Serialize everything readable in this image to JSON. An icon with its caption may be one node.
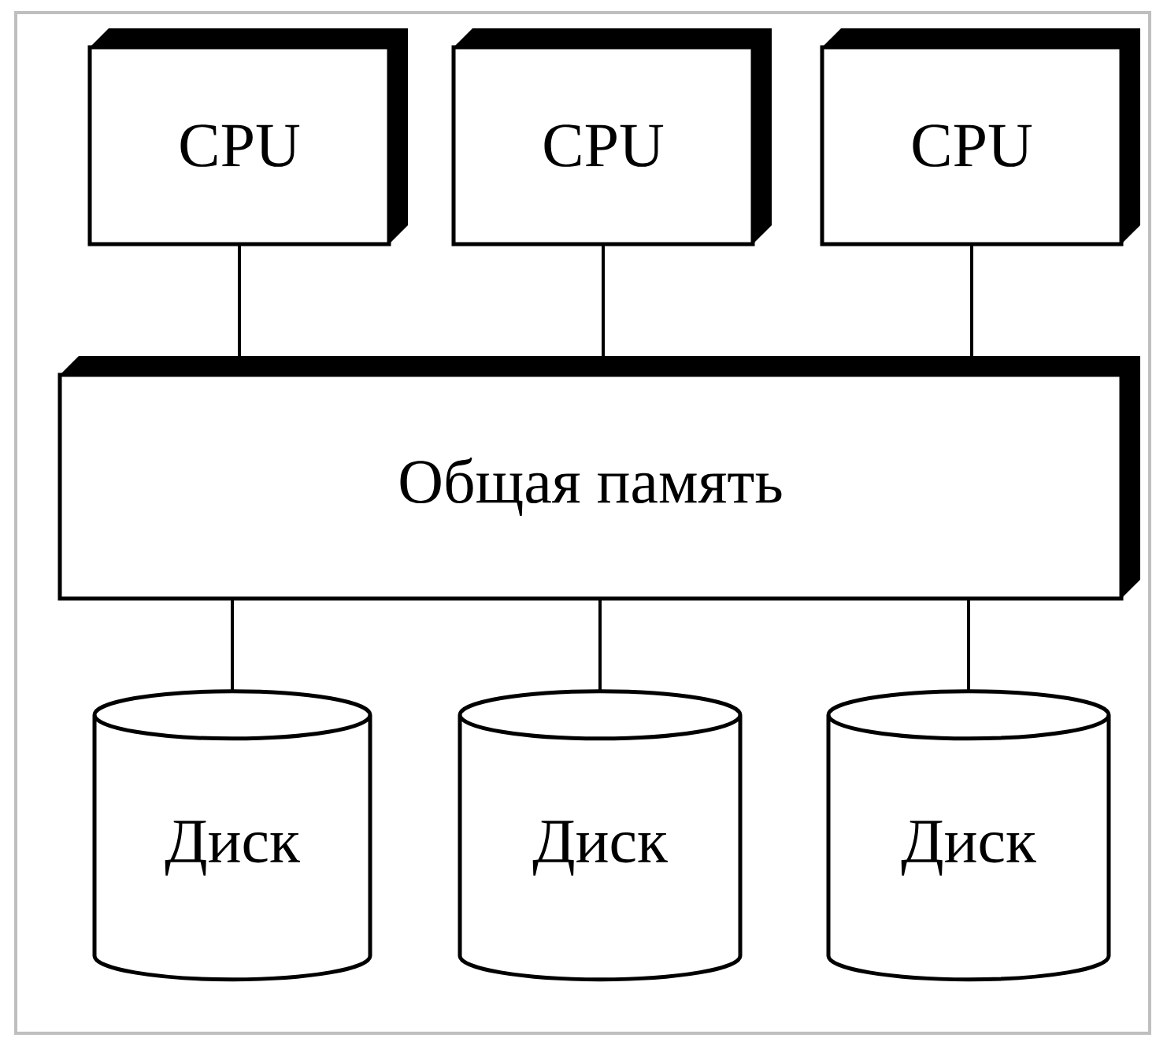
{
  "diagram": {
    "nodes": [
      {
        "text": [
          "CPU"
        ]
      },
      {
        "text": [
          "CPU"
        ]
      },
      {
        "text": [
          "CPU"
        ]
      },
      {
        "text": [
          "Общая память"
        ]
      },
      {
        "text": [
          "Диск"
        ]
      },
      {
        "text": [
          "Диск"
        ]
      },
      {
        "text": [
          "Диск"
        ]
      }
    ],
    "edges": [
      {
        "from": 0,
        "to": 3,
        "arrow": "none"
      },
      {
        "from": 1,
        "to": 3,
        "arrow": "none"
      },
      {
        "from": 2,
        "to": 3,
        "arrow": "none"
      },
      {
        "from": 3,
        "to": 4,
        "arrow": "none"
      },
      {
        "from": 3,
        "to": 5,
        "arrow": "none"
      },
      {
        "from": 3,
        "to": 6,
        "arrow": "none"
      }
    ]
  }
}
